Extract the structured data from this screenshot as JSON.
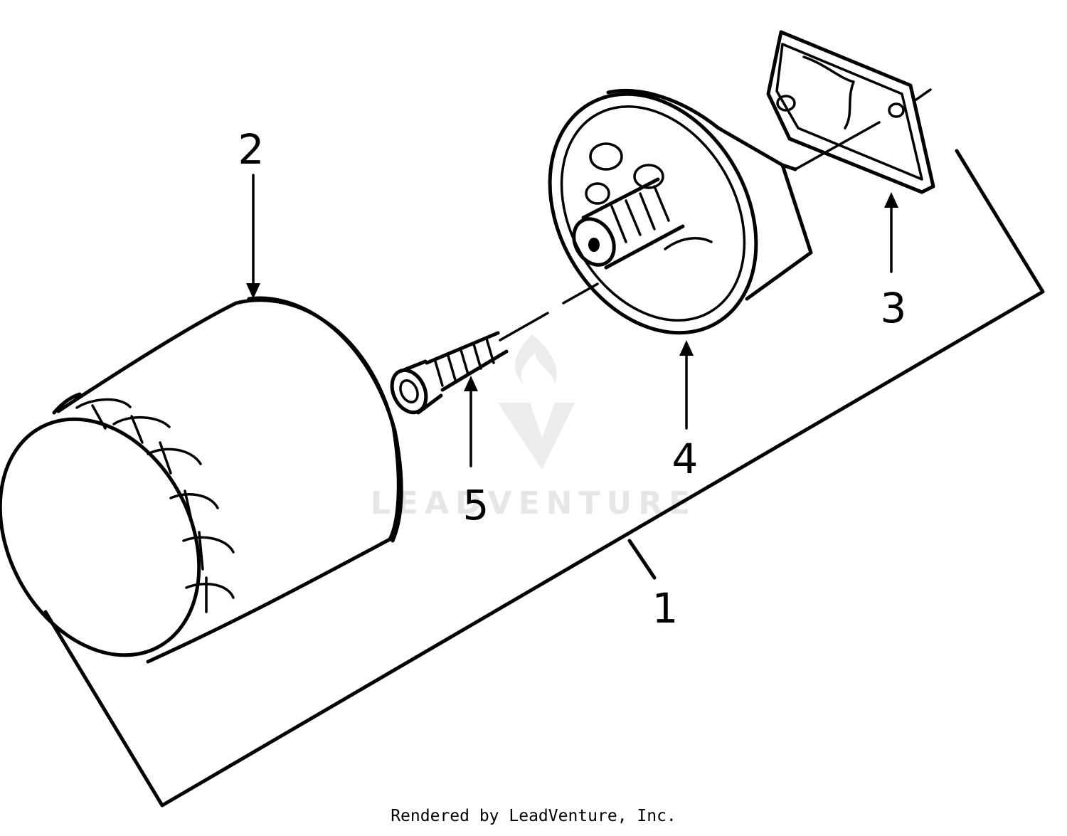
{
  "callouts": [
    {
      "id": "1",
      "label": "1"
    },
    {
      "id": "2",
      "label": "2"
    },
    {
      "id": "3",
      "label": "3"
    },
    {
      "id": "4",
      "label": "4"
    },
    {
      "id": "5",
      "label": "5"
    }
  ],
  "watermark": {
    "text": "LEADVENTURE"
  },
  "footer": {
    "credit": "Rendered by LeadVenture, Inc."
  },
  "colors": {
    "ink": "#000000",
    "background": "#ffffff",
    "watermark": "#e6e6e6"
  }
}
